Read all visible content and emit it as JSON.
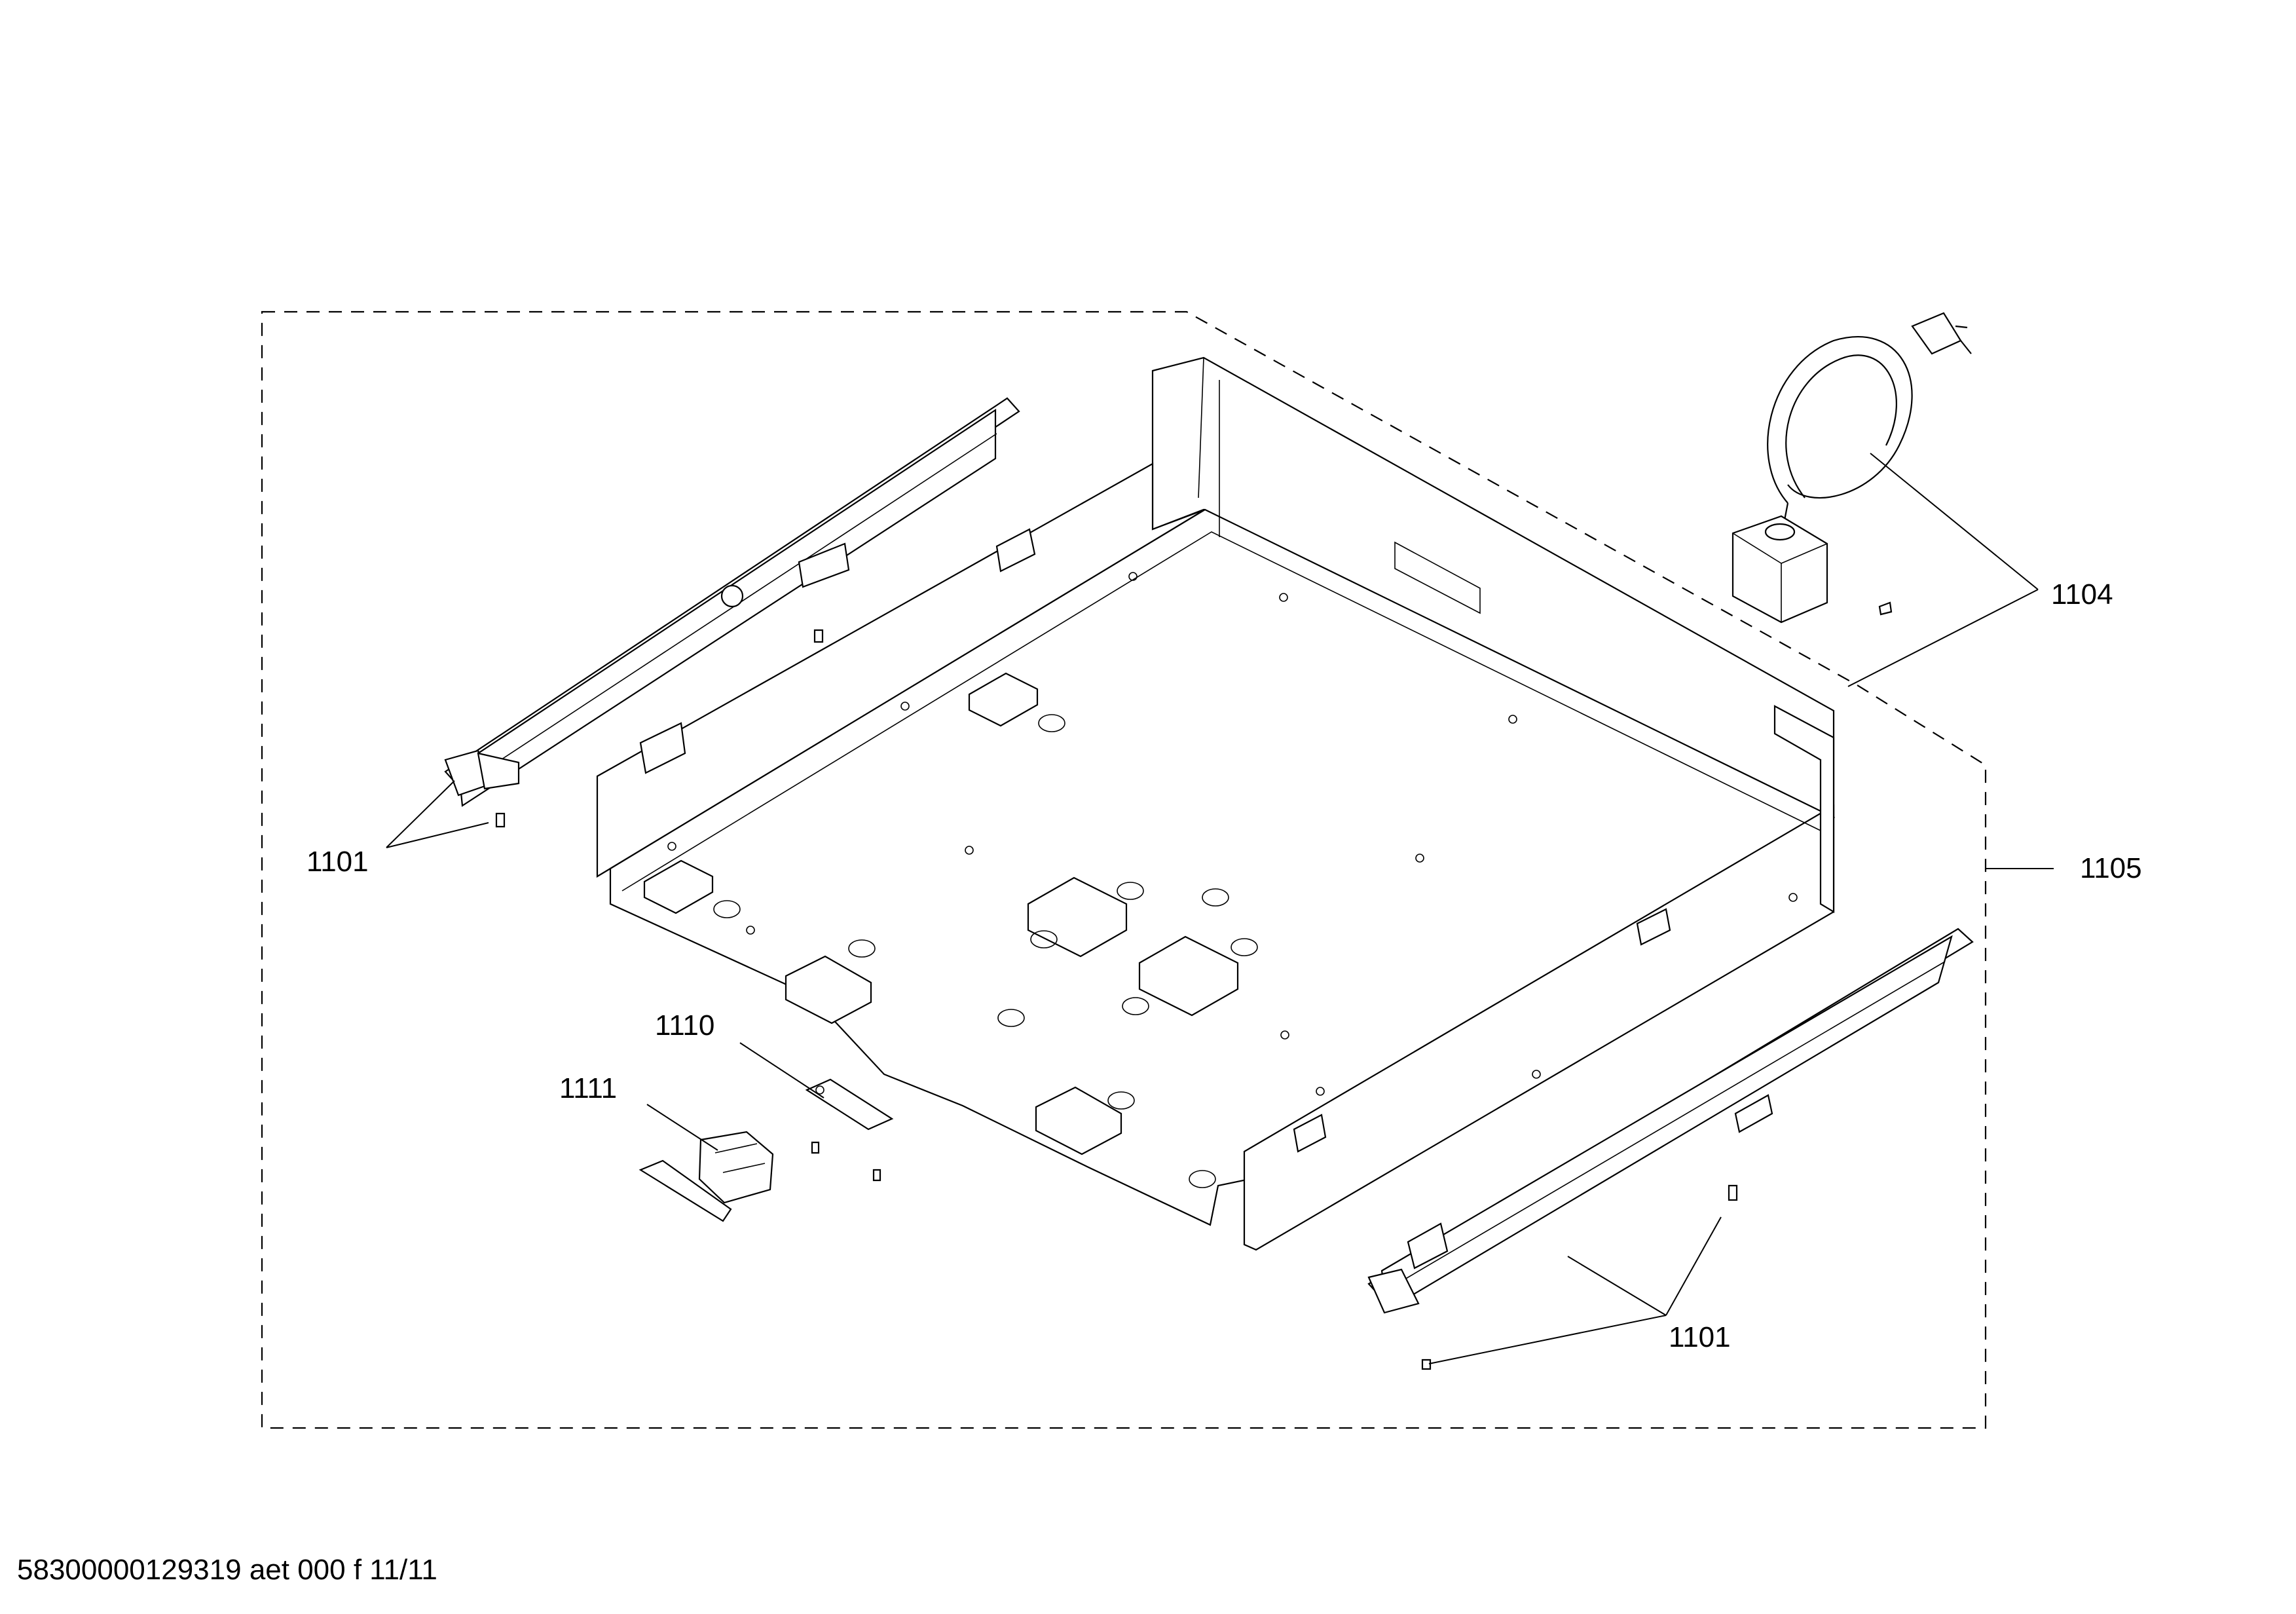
{
  "callouts": {
    "c1101_left": "1101",
    "c1101_right": "1101",
    "c1104": "1104",
    "c1105": "1105",
    "c1110": "1110",
    "c1111": "1111"
  },
  "footer": {
    "doc_id": "58300000129319 aet 000 f 11/11"
  }
}
